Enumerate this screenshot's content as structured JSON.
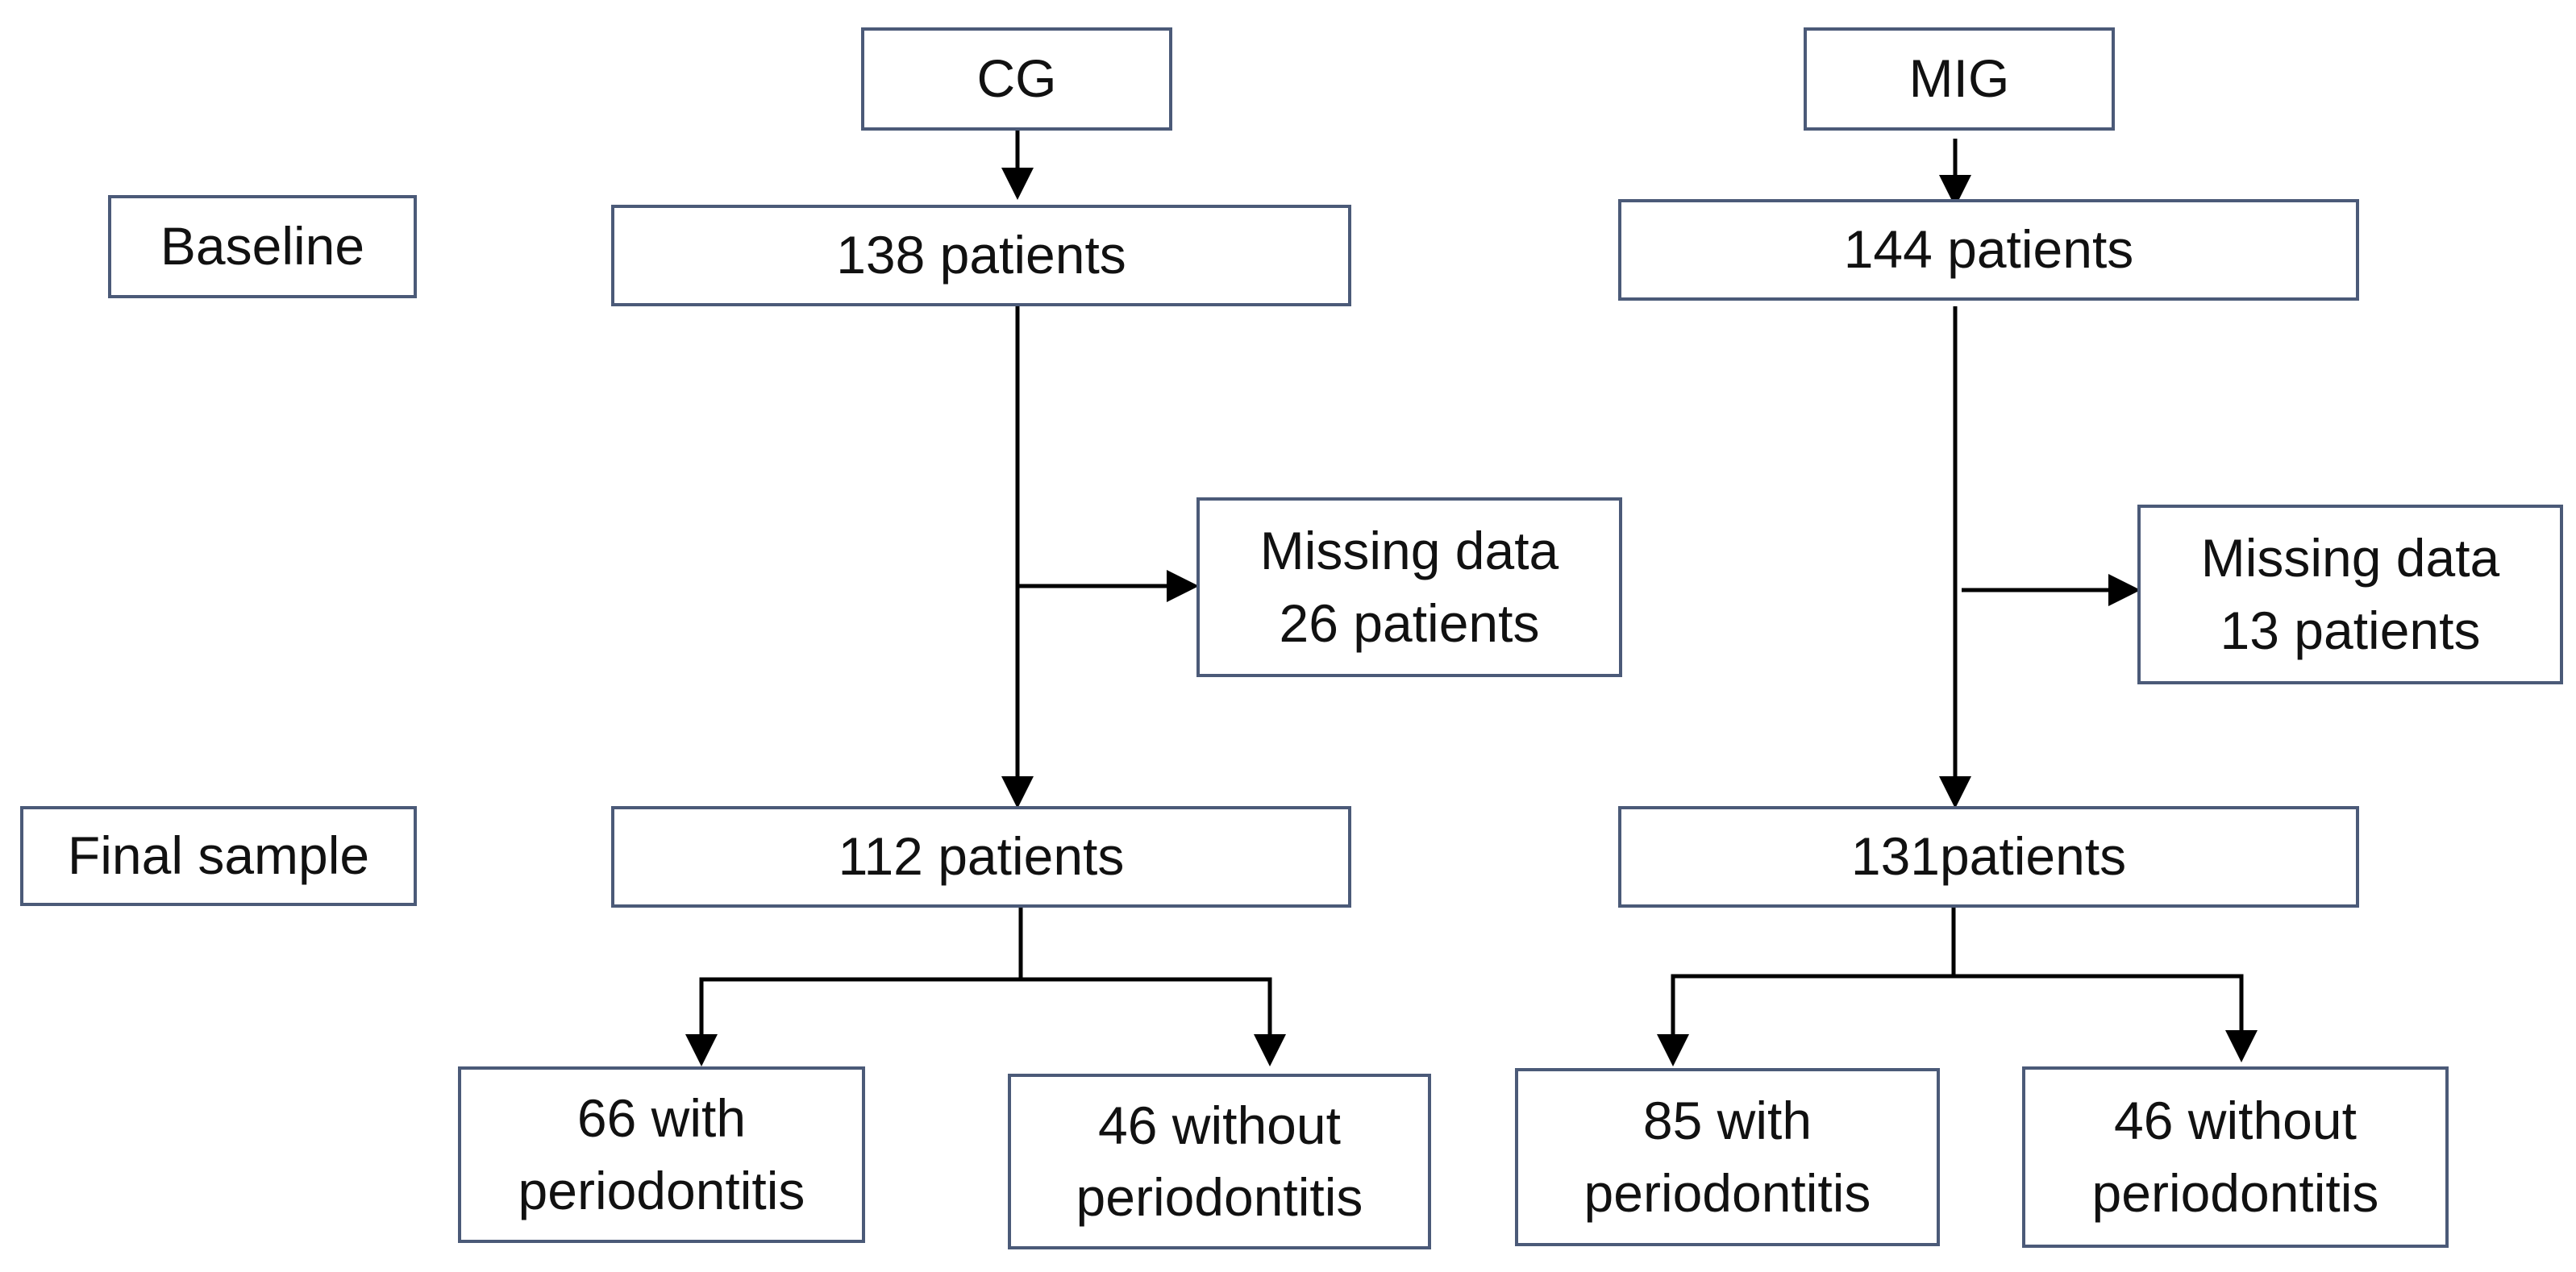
{
  "stages": {
    "baseline": "Baseline",
    "final_sample": "Final sample"
  },
  "cg": {
    "group": "CG",
    "baseline": "138 patients",
    "missing": [
      "Missing data",
      "26 patients"
    ],
    "final": "112 patients",
    "with_perio": [
      "66 with",
      "periodontitis"
    ],
    "without_perio": [
      "46 without",
      "periodontitis"
    ]
  },
  "mig": {
    "group": "MIG",
    "baseline": "144 patients",
    "missing": [
      "Missing data",
      "13 patients"
    ],
    "final": "131patients",
    "with_perio": [
      "85 with",
      "periodontitis"
    ],
    "without_perio": [
      "46 without",
      "periodontitis"
    ]
  },
  "colors": {
    "box_border": "#4b5a78",
    "arrow": "#000000",
    "text": "#111111"
  }
}
